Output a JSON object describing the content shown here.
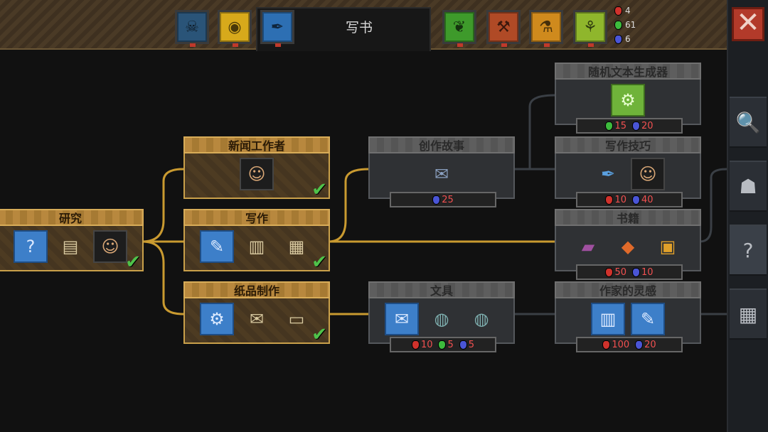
{
  "header": {
    "active_tab_title": "写书",
    "tabs": [
      {
        "name": "skull",
        "color": "#2a5478",
        "glyph": "☠"
      },
      {
        "name": "eye",
        "color": "#d7a91b",
        "glyph": "◉"
      },
      {
        "name": "quill",
        "color": "#2d6fb3",
        "glyph": "✒"
      },
      {
        "name": "plant",
        "color": "#3e9a2b",
        "glyph": "❦"
      },
      {
        "name": "anvil",
        "color": "#b04a26",
        "glyph": "⚒"
      },
      {
        "name": "tools",
        "color": "#cf8a1d",
        "glyph": "⚗"
      },
      {
        "name": "cutlery",
        "color": "#8fb62c",
        "glyph": "⚘"
      }
    ],
    "resources": {
      "red": "4",
      "green": "61",
      "blue": "6"
    }
  },
  "sidebar": {
    "close": "✕",
    "buttons": [
      {
        "name": "magnifier",
        "glyph": "🔍"
      },
      {
        "name": "statue",
        "glyph": "☗"
      },
      {
        "name": "scroll-question",
        "glyph": "?"
      },
      {
        "name": "map",
        "glyph": "▦"
      }
    ]
  },
  "colors": {
    "red_gem": "#d0322c",
    "green_gem": "#3dbb3d",
    "blue_gem": "#4a55d6"
  },
  "nodes": {
    "research": {
      "title": "研究",
      "icons": [
        "?",
        "▤",
        "☺"
      ],
      "checked": true
    },
    "journalist": {
      "title": "新闻工作者",
      "icons": [
        "☺"
      ],
      "checked": true
    },
    "writing": {
      "title": "写作",
      "icons": [
        "✎",
        "▥",
        "▦"
      ],
      "checked": true
    },
    "papermaking": {
      "title": "纸品制作",
      "icons": [
        "⚙",
        "✉",
        "▭"
      ],
      "checked": true
    },
    "story": {
      "title": "创作故事",
      "icons": [
        "✉"
      ],
      "cost": {
        "blue": "25"
      }
    },
    "stationery": {
      "title": "文具",
      "icons": [
        "✉",
        "◍",
        "◍"
      ],
      "cost": {
        "red": "10",
        "green": "5",
        "blue": "5"
      }
    },
    "random_gen": {
      "title": "随机文本生成器",
      "icons": [
        "⚙"
      ],
      "cost": {
        "green": "15",
        "blue": "20"
      }
    },
    "technique": {
      "title": "写作技巧",
      "icons": [
        "✒",
        "☺"
      ],
      "cost": {
        "red": "10",
        "blue": "40"
      }
    },
    "books": {
      "title": "书籍",
      "icons": [
        "▰",
        "◆",
        "▣"
      ],
      "cost": {
        "red": "50",
        "blue": "10"
      }
    },
    "inspiration": {
      "title": "作家的灵感",
      "icons": [
        "▥",
        "✎"
      ],
      "cost": {
        "red": "100",
        "blue": "20"
      }
    }
  }
}
